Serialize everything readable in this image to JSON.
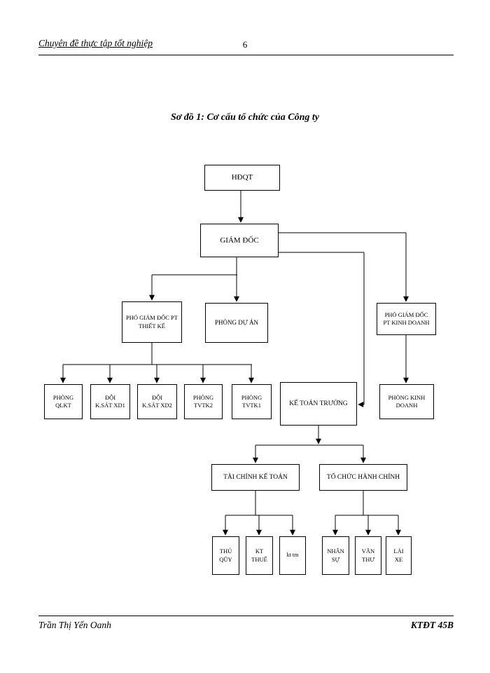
{
  "header": {
    "title": "Chuyên đề thực tập tốt nghiệp",
    "page_number": "6"
  },
  "diagram": {
    "title": "Sơ đồ 1: Cơ cấu tổ chức của Công ty",
    "nodes": {
      "hdqt": {
        "label": "HĐQT"
      },
      "giam_doc": {
        "label": "GIÁM ĐỐC"
      },
      "pgd_thiet_ke": {
        "label": "PHÓ GIÁM ĐỐC PT\nTHIẾT KẾ"
      },
      "phong_du_an": {
        "label": "PHÒNG DỰ ÁN"
      },
      "pgd_kinh_doanh": {
        "label": "PHÓ GIÁM ĐỐC\nPT KINH DOANH"
      },
      "phong_qlkt": {
        "label": "PHÒNG\nQLKT"
      },
      "doi_ksat_xd1": {
        "label": "ĐỘI\nK.SÁT XD1"
      },
      "doi_ksat_xd2": {
        "label": "ĐỘI\nK.SÁT XD2"
      },
      "phong_tvtk2": {
        "label": "PHÒNG\nTVTK2"
      },
      "phong_tvtk1": {
        "label": "PHÒNG\nTVTK1"
      },
      "ke_toan_truong": {
        "label": "KẾ TOÁN TRƯỞNG"
      },
      "phong_kinh_doanh": {
        "label": "PHÒNG KINH\nDOANH"
      },
      "tai_chinh_ke_toan": {
        "label": "TÀI CHÍNH KẾ TOÁN"
      },
      "to_chuc_hanh_chinh": {
        "label": "TỔ CHỨC HÀNH CHÍNH"
      },
      "thu_quy": {
        "label": "THỦ\nQŨY"
      },
      "kt_thue": {
        "label": "KT\nTHUẾ"
      },
      "kt_tm": {
        "label": "kt tm"
      },
      "nhan_su": {
        "label": "NHÂN\nSỰ"
      },
      "van_thu": {
        "label": "VĂN\nTHƯ"
      },
      "lai_xe": {
        "label": "LÁI\nXE"
      }
    },
    "edges": [
      [
        "hdqt",
        "giam_doc"
      ],
      [
        "giam_doc",
        "pgd_thiet_ke"
      ],
      [
        "giam_doc",
        "phong_du_an"
      ],
      [
        "giam_doc",
        "pgd_kinh_doanh"
      ],
      [
        "giam_doc",
        "ke_toan_truong"
      ],
      [
        "pgd_thiet_ke",
        "phong_qlkt"
      ],
      [
        "pgd_thiet_ke",
        "doi_ksat_xd1"
      ],
      [
        "pgd_thiet_ke",
        "doi_ksat_xd2"
      ],
      [
        "pgd_thiet_ke",
        "phong_tvtk2"
      ],
      [
        "pgd_thiet_ke",
        "phong_tvtk1"
      ],
      [
        "pgd_kinh_doanh",
        "phong_kinh_doanh"
      ],
      [
        "ke_toan_truong",
        "tai_chinh_ke_toan"
      ],
      [
        "ke_toan_truong",
        "to_chuc_hanh_chinh"
      ],
      [
        "tai_chinh_ke_toan",
        "thu_quy"
      ],
      [
        "tai_chinh_ke_toan",
        "kt_thue"
      ],
      [
        "tai_chinh_ke_toan",
        "kt_tm"
      ],
      [
        "to_chuc_hanh_chinh",
        "nhan_su"
      ],
      [
        "to_chuc_hanh_chinh",
        "van_thu"
      ],
      [
        "to_chuc_hanh_chinh",
        "lai_xe"
      ]
    ]
  },
  "footer": {
    "author": "Trần Thị Yến Oanh",
    "class_name": "KTĐT 45B"
  },
  "colors": {
    "line": "#000000",
    "background": "#ffffff",
    "text": "#000000"
  }
}
